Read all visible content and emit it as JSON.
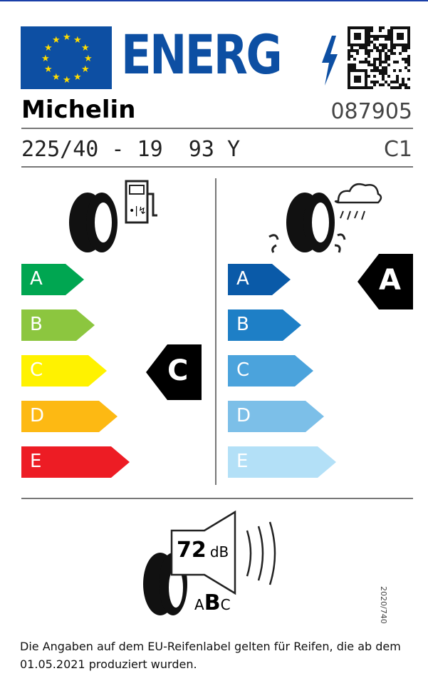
{
  "header": {
    "logo_text": "ENERG",
    "brand": "Michelin",
    "article_number": "087905",
    "tyre_size": "225/40 - 19  93 Y",
    "tyre_class": "C1"
  },
  "fuel": {
    "scale": [
      "A",
      "B",
      "C",
      "D",
      "E"
    ],
    "rating": "C",
    "colors": [
      "#00a651",
      "#8cc63f",
      "#fff200",
      "#fdb913",
      "#ed1c24"
    ]
  },
  "wet_grip": {
    "scale": [
      "A",
      "B",
      "C",
      "D",
      "E"
    ],
    "rating": "A",
    "colors": [
      "#0a5aa8",
      "#1e7fc6",
      "#4ba3dc",
      "#7cbfe8",
      "#b3e0f7"
    ]
  },
  "noise": {
    "value": "72",
    "unit": "dB",
    "class_a": "A",
    "class_b": "B",
    "class_c": "C"
  },
  "regulation": "2020/740",
  "footer": "Die Angaben auf dem EU-Reifenlabel gelten für Reifen, die ab dem 01.05.2021 produziert wurden."
}
